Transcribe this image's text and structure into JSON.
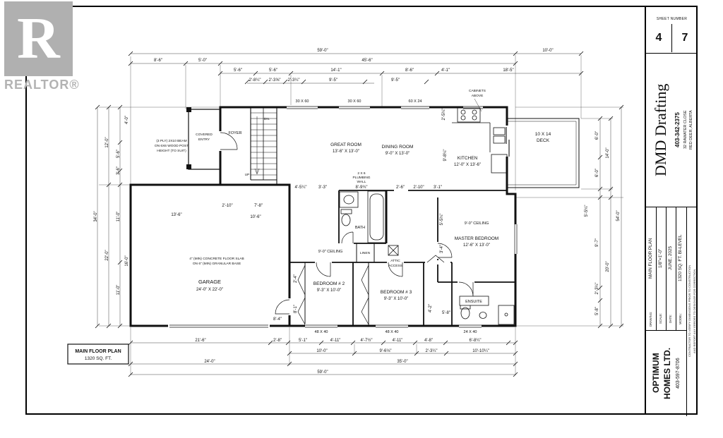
{
  "watermark": {
    "logo_letter": "R",
    "brand": "REALTOR®"
  },
  "titleblock": {
    "sheet_label": "SHEET NUMBER",
    "sheet_current": "4",
    "sheet_total": "7",
    "firm": "DMD Drafting",
    "firm_phone": "403-342-2375",
    "firm_address": "32 RAWATER CLOSE",
    "firm_city": "RED DEER, ALBERTA",
    "drawing_label": "DRAWING:",
    "drawing_value": "MAIN FLOOR PLAN",
    "scale_label": "SCALE:",
    "scale_value": "1/8\"=1'-0\"",
    "date_label": "DATE:",
    "date_value": "JUNE, 2025",
    "model_label": "MODEL:",
    "model_value": "1320 SQ. FT. BI-LEVEL",
    "builder_line1": "OPTIMUM",
    "builder_line2": "HOMES LTD.",
    "builder_phone": "403-597-8706",
    "disclaimer_line1": "CONTRACTOR TO VERIFY DIMENSIONS PRIOR TO CONSTRUCTION",
    "disclaimer_line2": "AND REPORT ANY ERRORS TO DESIGNER FOR CORRECTION"
  },
  "plan": {
    "caption": {
      "line1": "MAIN FLOOR PLAN",
      "line2": "1320 SQ. FT."
    },
    "rooms": {
      "covered_entry_1": "COVERED",
      "covered_entry_2": "ENTRY",
      "foyer": "FOYER",
      "dn": "DN.",
      "up": "UP",
      "great_room": "GREAT ROOM",
      "great_room_size": "13'-6\" X 13'-0\"",
      "dining_room": "DINING ROOM",
      "dining_room_size": "9'-0\" X 13'-0\"",
      "kitchen": "KITCHEN",
      "kitchen_size": "12'-0\" X 13'-6\"",
      "deck_1": "10 X 14",
      "deck_2": "DECK",
      "garage": "GARAGE",
      "garage_size": "24'-0\" X 22'-0\"",
      "garage_note_1": "4\" (MIN) CONCRETE FLOOR SLAB",
      "garage_note_2": "ON 6\" (MIN) GRANULAR BASE",
      "master": "MASTER BEDROOM",
      "master_size": "12'-6\" X 13'-0\"",
      "master_ceiling": "9'-0\" CEILING",
      "hall_ceiling": "9'-0\" CEILING",
      "bath": "BATH",
      "ensuite": "ENSUITE",
      "linen": "LINEN",
      "attic_1": "ATTIC",
      "attic_2": "ACCESS",
      "bed2": "BEDROOM # 2",
      "bed2_size": "9'-3\" X 10'-0\"",
      "bed3": "BEDROOM # 3",
      "bed3_size": "9'-3\" X 10'-0\"",
      "cabinets_1": "CABINETS",
      "cabinets_2": "ABOVE",
      "plumbing_1": "2 X 6",
      "plumbing_2": "PLUMBING",
      "plumbing_3": "WALL",
      "beam_1": "(3 PLY) 2X10 BEAM",
      "beam_2": "ON 6X6 WOOD POST",
      "beam_3": "HEIGHT (TO SUIT)"
    },
    "windows": [
      "30 X 60",
      "30 X 60",
      "60 X 24",
      "48 X 40",
      "48 X 40",
      "24 X 40"
    ],
    "dims_top": [
      "59'-0\"",
      "10'-0\"",
      "8'-6\"",
      "5'-0\"",
      "45'-6\"",
      "5'-6\"",
      "5'-6\"",
      "14'-1\"",
      "8'-6\"",
      "4'-1\"",
      "18'-5\"",
      "2'-8¼\"",
      "2'-3⅝\"",
      "2'-3¼\"",
      "9'-5\"",
      "9'-5\""
    ],
    "dims_left": [
      "4'-0\"",
      "12'-0\"",
      "5'-6\"",
      "3'-6\"",
      "34'-0\"",
      "11'-0\"",
      "22'-0\"",
      "16'-0\"",
      "11'-0\""
    ],
    "dims_right": [
      "6'-0\"",
      "14'-0\"",
      "6'-0\"",
      "5'-5¼\"",
      "54'-0\"",
      "9'-7\"",
      "20'-0\"",
      "2'-3¼\"",
      "5'-8\""
    ],
    "dims_bottom": [
      "21'-6\"",
      "2'-8\"",
      "5'-1\"",
      "4'-11\"",
      "4'-7½\"",
      "4'-11\"",
      "4'-8\"",
      "6'-8¼\"",
      "10'-0\"",
      "9'-6⅛\"",
      "2'-3¼\"",
      "10'-10¼\"",
      "24'-0\"",
      "35'-0\"",
      "59'-0\""
    ],
    "dims_inner": [
      "2'-10\"",
      "7'-8\"",
      "13'-6\"",
      "10'-6\"",
      "4'-5¼\"",
      "3'-3\"",
      "8'-9¾\"",
      "2'-6\"",
      "2'-10\"",
      "3'-1\"",
      "2'-5¼\"",
      "9'-8¼\"",
      "5'-5¼\"",
      "3'-4\"",
      "2'-4\"",
      "8'-1\"",
      "4'-2\"",
      "5'-8\"",
      "8'-4\""
    ]
  }
}
